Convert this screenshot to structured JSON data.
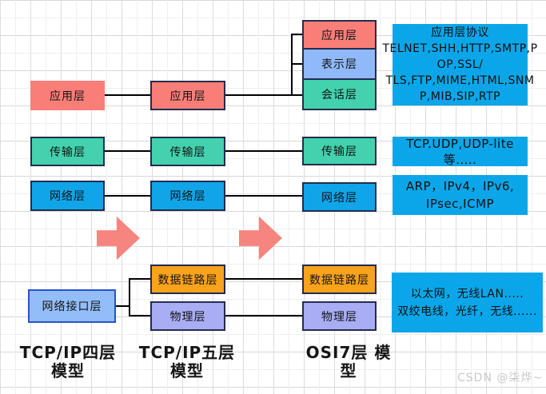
{
  "diagram": {
    "tcpip4": {
      "title_lines": [
        "TCP/IP四层",
        "模型"
      ],
      "application": "应用层",
      "transport": "传输层",
      "network": "网络层",
      "network_interface": "网络接口层"
    },
    "tcpip5": {
      "title_lines": [
        "TCP/IP五层",
        "模型"
      ],
      "application": "应用层",
      "transport": "传输层",
      "network": "网络层",
      "datalink": "数据链路层",
      "physical": "物理层"
    },
    "osi7": {
      "title_lines": [
        "OSI7层 模",
        "型"
      ],
      "application": "应用层",
      "presentation": "表示层",
      "session": "会话层",
      "transport": "传输层",
      "network": "网络层",
      "datalink": "数据链路层",
      "physical": "物理层"
    },
    "protocol_notes": {
      "application_lines": [
        "应用层协议",
        "TELNET,SHH,HTTP,SMTP,P",
        "OP,SSL/",
        "TLS,FTP,MIME,HTML,SNM",
        "P,MIB,SIP,RTP"
      ],
      "transport_lines": [
        "TCP.UDP,UDP-lite等....."
      ],
      "network_lines": [
        "ARP，IPv4，IPv6,",
        "IPsec,ICMP"
      ],
      "physical_lines": [
        "以太网，无线LAN.....",
        "双绞电线，光纤，无线......"
      ]
    }
  },
  "watermark": "CSDN @柒烨~",
  "colors": {
    "layer_application": "#f97e78",
    "layer_transport": "#43d1ae",
    "layer_network": "#10a5e8",
    "layer_presentation": "#8fb9f8",
    "layer_datalink": "#f9a21c",
    "layer_physical": "#a9adf3",
    "layer_network_interface_fill": "#92bdf8",
    "layer_network_interface_border": "#2a52c8",
    "protocol_note_fill": "#0ba6e9",
    "arrow": "#f5857e",
    "box_border": "#232c4e",
    "connector": "#000000"
  }
}
